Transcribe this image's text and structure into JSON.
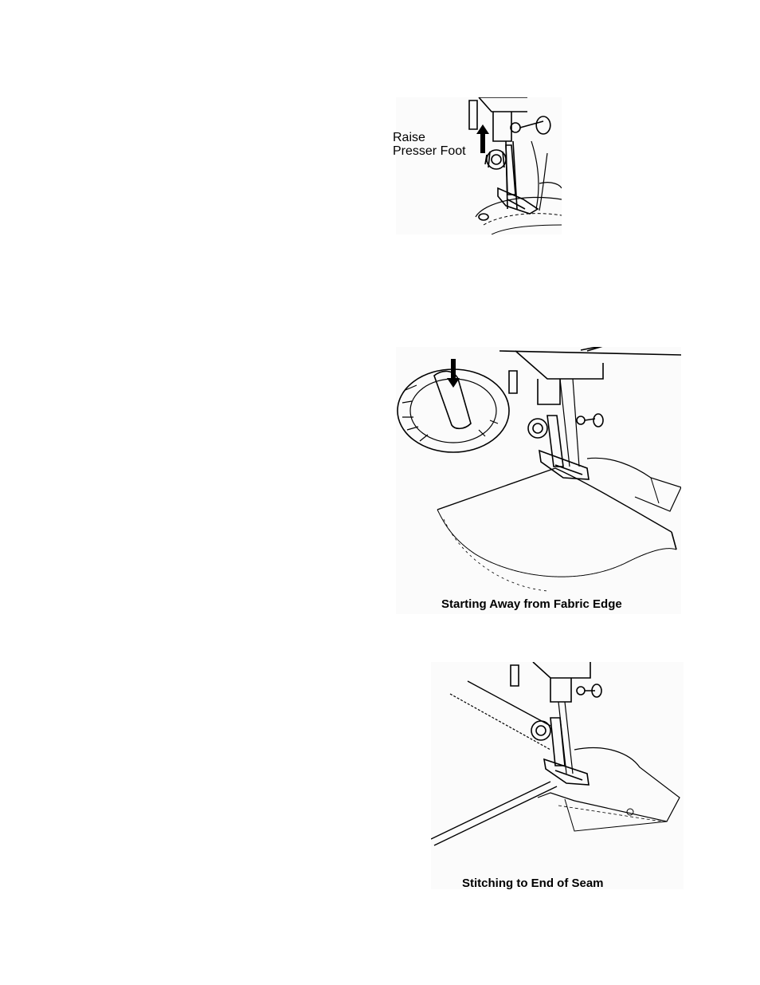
{
  "figure1": {
    "label_line1": "Raise",
    "label_line2": "Presser  Foot",
    "arrow": "up-arrow-icon"
  },
  "figure2": {
    "caption": "Starting Away from Fabric Edge",
    "arrow": "down-arrow-icon"
  },
  "figure3": {
    "caption": "Stitching to End of Seam"
  }
}
